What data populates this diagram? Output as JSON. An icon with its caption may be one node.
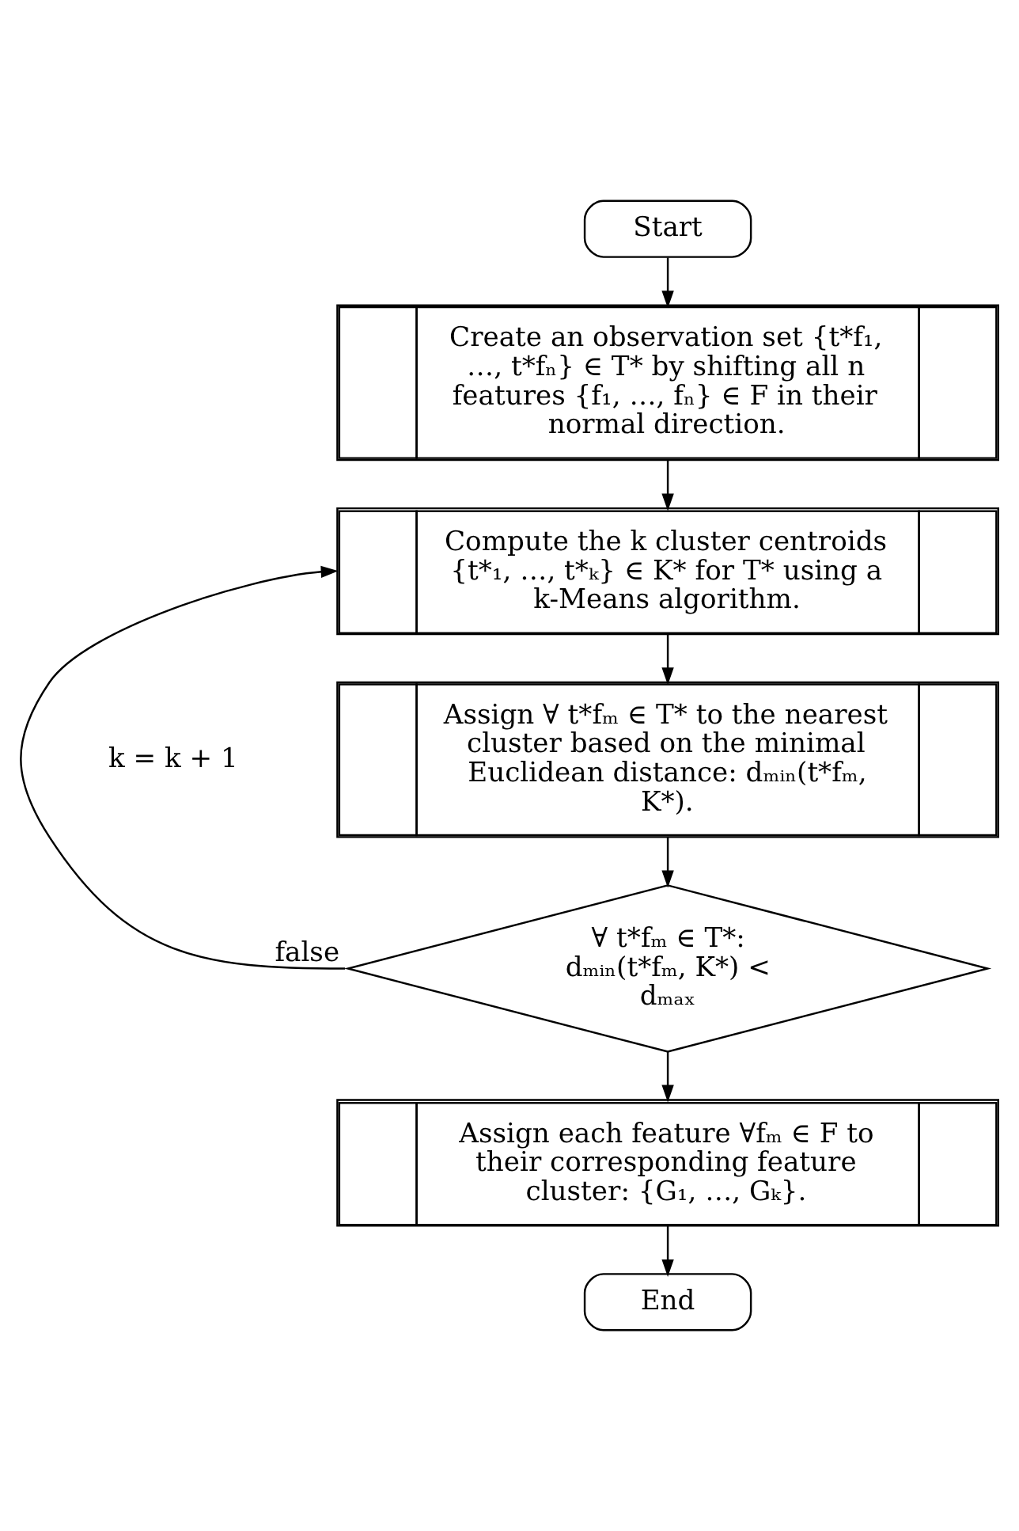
{
  "diagram": {
    "nodes": [
      {
        "text": [
          "Start"
        ]
      },
      {
        "text": [
          "Create an observation set {t*f₁, …, t*fₙ} ∈ T* by shifting all n features {f₁, …, fₙ} ∈ F in their normal direction."
        ]
      },
      {
        "text": [
          "Compute the k cluster centroids {t*₁, …, t*ₖ} ∈ K* for T* using a k-Means algorithm."
        ]
      },
      {
        "text": [
          "Assign ∀ t*fₘ ∈ T* to the nearest cluster based on the minimal Euclidean distance: dₘᵢₙ(t*fₘ, K*)."
        ]
      },
      {
        "text": [
          "∀ t*fₘ ∈ T*: dₘᵢₙ(t*fₘ, K*) < dₘₐₓ"
        ]
      },
      {
        "text": [
          "Assign each feature ∀fₘ ∈ F to their corresponding feature cluster: {G₁, …, Gₖ}."
        ]
      },
      {
        "text": [
          "End"
        ]
      }
    ],
    "edges": [
      {
        "from": 0,
        "to": 1,
        "arrow": "to"
      },
      {
        "from": 1,
        "to": 2,
        "arrow": "to"
      },
      {
        "from": 2,
        "to": 3,
        "arrow": "to"
      },
      {
        "from": 3,
        "to": 4,
        "arrow": "to"
      },
      {
        "from": 4,
        "to": 2,
        "arrow": "to",
        "label": "false"
      },
      {
        "from": 4,
        "to": 5,
        "arrow": "to"
      },
      {
        "from": 5,
        "to": 6,
        "arrow": "to"
      }
    ],
    "labels": [
      "k = k + 1"
    ]
  }
}
